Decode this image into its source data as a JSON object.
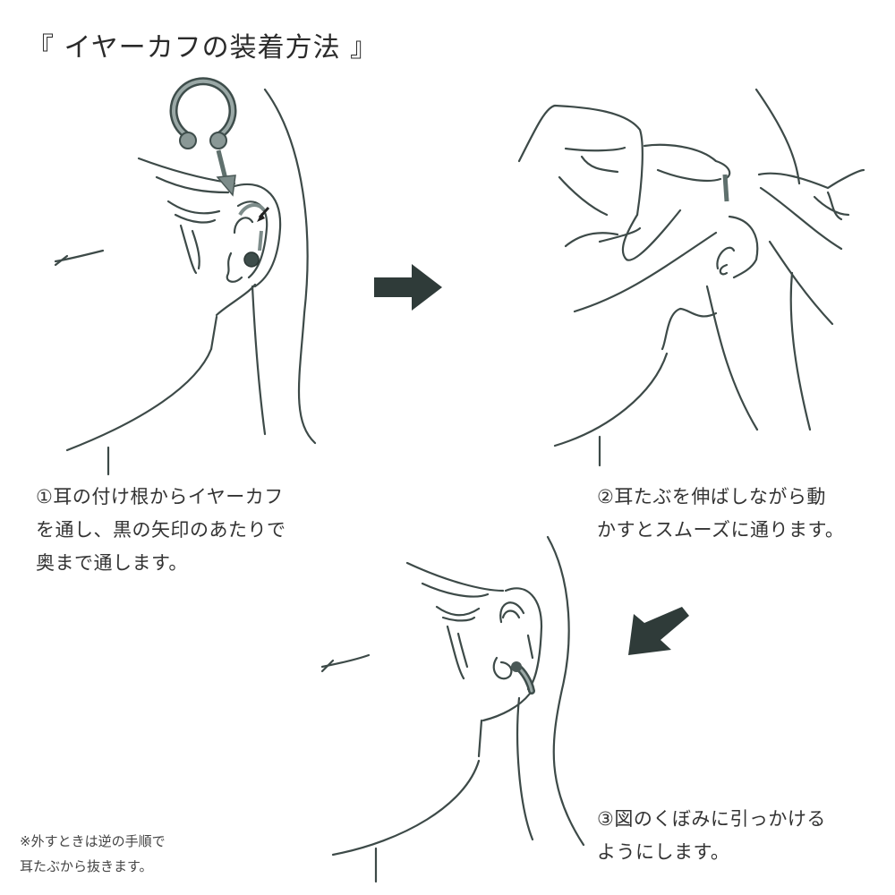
{
  "title": "『 イヤーカフの装着方法 』",
  "steps": [
    {
      "number": "①",
      "lines": [
        "①耳の付け根からイヤーカフ",
        "を通し、黒の矢印のあたりで",
        "奥まで通します。"
      ],
      "text": "①耳の付け根からイヤーカフ\nを通し、黒の矢印のあたりで\n奥まで通します。"
    },
    {
      "number": "②",
      "lines": [
        "②耳たぶを伸ばしながら動",
        "かすとスムーズに通ります。"
      ],
      "text": "②耳たぶを伸ばしながら動\nかすとスムーズに通ります。"
    },
    {
      "number": "③",
      "lines": [
        "③図のくぼみに引っかける",
        "ようにします。"
      ],
      "text": "③図のくぼみに引っかける\nようにします。"
    }
  ],
  "note": {
    "text": "※外すときは逆の手順で\n耳たぶから抜きます。"
  },
  "illustrations": [
    {
      "step": 1,
      "icon": "ear-with-cuff-insertion-icon"
    },
    {
      "step": 2,
      "icon": "hands-stretching-earlobe-icon"
    },
    {
      "step": 3,
      "icon": "ear-with-cuff-worn-icon"
    }
  ],
  "arrows": [
    {
      "direction": "right",
      "icon": "arrow-right-icon"
    },
    {
      "direction": "down-left",
      "icon": "arrow-down-left-icon"
    }
  ],
  "colors": {
    "line": "#3d4a48",
    "arrow": "#2f3b39",
    "cuff": "#5f706d",
    "background": "#ffffff"
  }
}
